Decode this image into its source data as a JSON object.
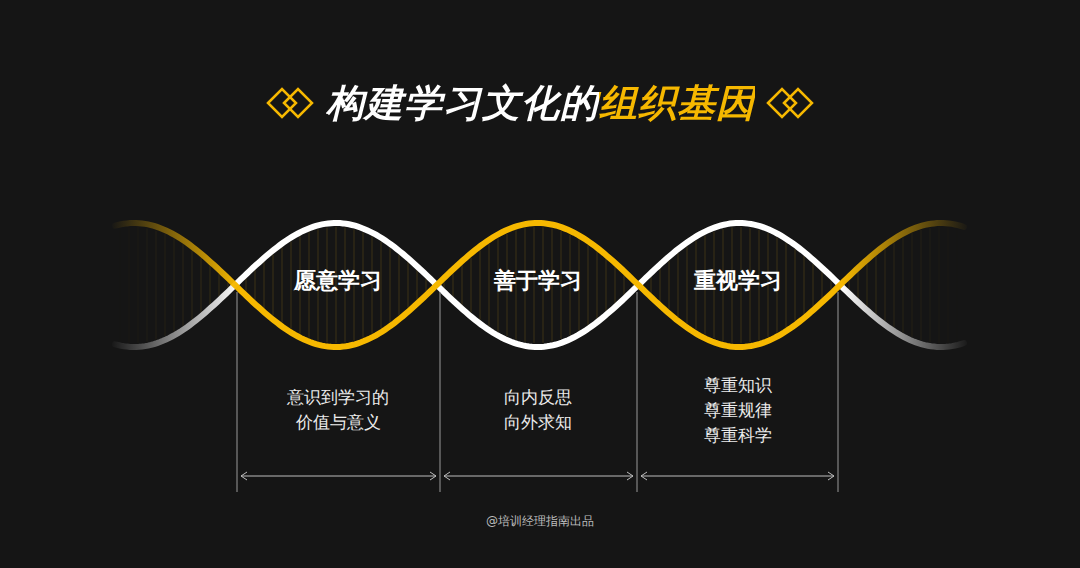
{
  "diagram": {
    "title": "构建学习文化的组织基因",
    "nodes": [
      {
        "text": [
          "愿意学习",
          "意识到学习的 价值与意义"
        ]
      },
      {
        "text": [
          "善于学习",
          "向内反思 向外求知"
        ]
      },
      {
        "text": [
          "重视学习",
          "尊重知识 尊重规律 尊重科学"
        ]
      }
    ],
    "labels": [
      "@培训经理指南出品"
    ]
  }
}
